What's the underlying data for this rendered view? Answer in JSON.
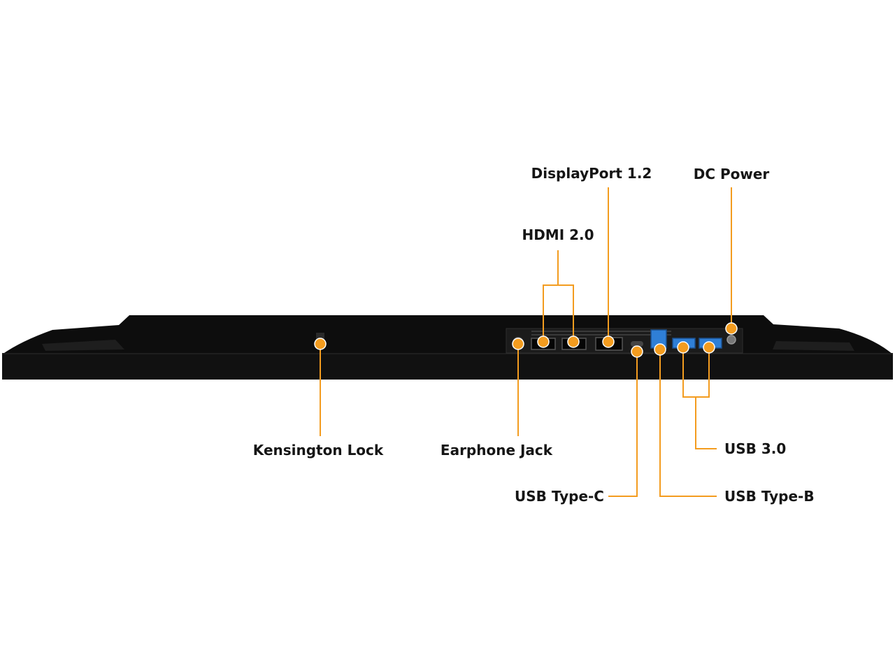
{
  "callouts": {
    "kensington_lock": "Kensington Lock",
    "earphone_jack": "Earphone Jack",
    "hdmi": "HDMI 2.0",
    "displayport": "DisplayPort 1.2",
    "usb_type_c": "USB Type-C",
    "usb_type_b": "USB Type-B",
    "usb_3": "USB 3.0",
    "dc_power": "DC Power"
  },
  "colors": {
    "accent": "#f39c1f",
    "body": "#101010",
    "usb_blue": "#2f7fd6",
    "label": "#151515"
  }
}
